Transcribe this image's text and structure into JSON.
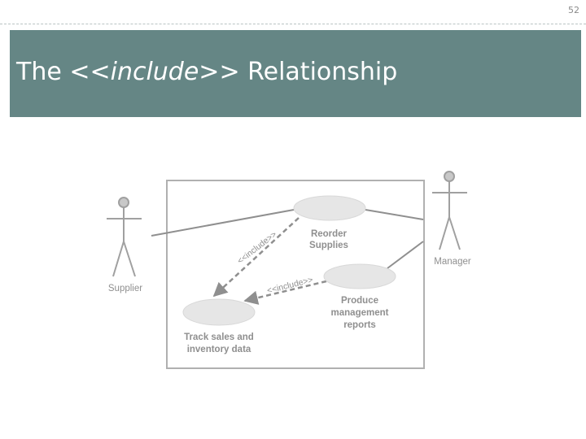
{
  "page_number": "52",
  "title": {
    "prefix": "The ",
    "keyword": "<<include>>",
    "suffix": " Relationship"
  },
  "diagram": {
    "actors": {
      "supplier": "Supplier",
      "manager": "Manager"
    },
    "use_cases": {
      "reorder": [
        "Reorder",
        "Supplies"
      ],
      "produce": [
        "Produce",
        "management",
        "reports"
      ],
      "track": [
        "Track sales and",
        "inventory data"
      ]
    },
    "relationships": {
      "include_1": "<<include>>",
      "include_2": "<<include>>"
    },
    "colors": {
      "line": "#8f8f8f",
      "usecase_fill": "#e6e6e6",
      "boundary": "#b0b0b0"
    }
  }
}
